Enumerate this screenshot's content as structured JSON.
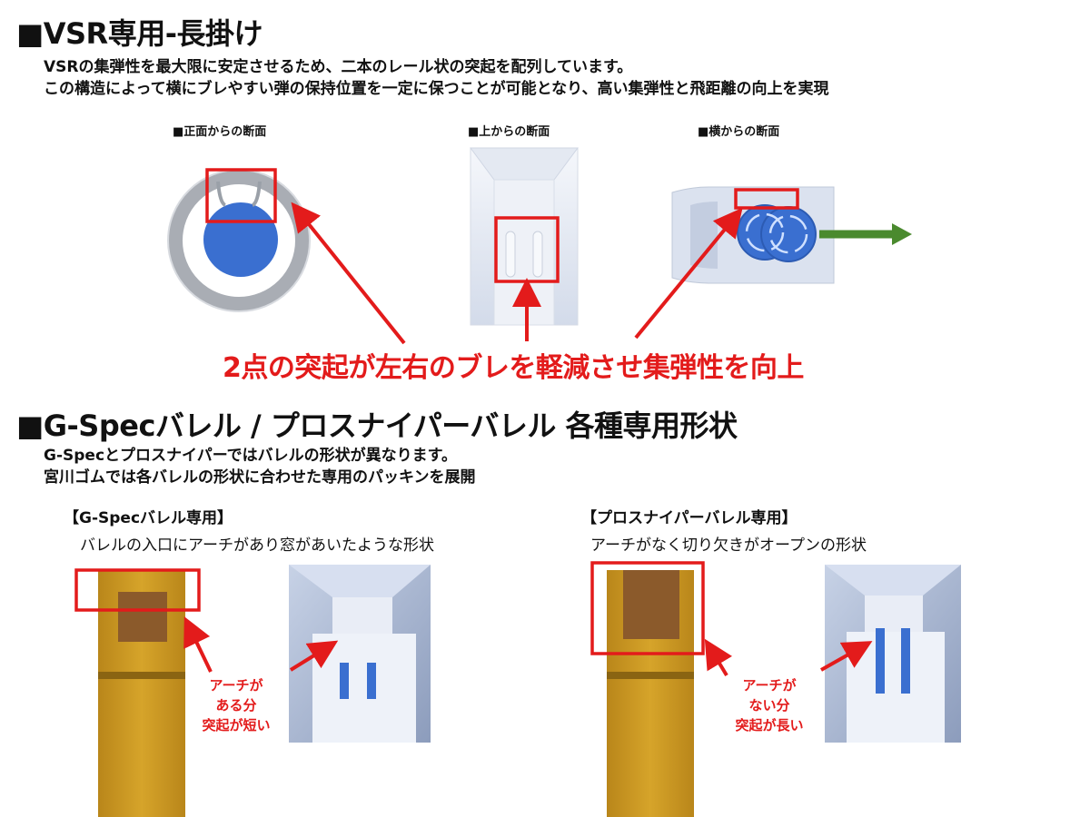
{
  "section1": {
    "title": "■VSR専用-長掛け",
    "desc_line1": "VSRの集弾性を最大限に安定させるため、二本のレール状の突起を配列しています。",
    "desc_line2": "この構造によって横にブレやすい弾の保持位置を一定に保つことが可能となり、高い集弾性と飛距離の向上を実現",
    "view_front": "■正面からの断面",
    "view_top": "■上からの断面",
    "view_side": "■横からの断面",
    "callout": "2点の突起が左右のブレを軽減させ集弾性を向上"
  },
  "section2": {
    "title": "■G-Specバレル / プロスナイパーバレル 各種専用形状",
    "desc_line1": "G-Specとプロスナイパーではバレルの形状が異なります。",
    "desc_line2": "宮川ゴムでは各バレルの形状に合わせた専用のパッキンを展開",
    "gspec": {
      "heading": "【G-Specバレル専用】",
      "caption": "バレルの入口にアーチがあり窓があいたような形状",
      "note": [
        "アーチが",
        "ある分",
        "突起が短い"
      ]
    },
    "prosniper": {
      "heading": "【プロスナイパーバレル専用】",
      "caption": "アーチがなく切り欠きがオープンの形状",
      "note": [
        "アーチが",
        "ない分",
        "突起が長い"
      ]
    }
  },
  "colors": {
    "accent_red": "#e31b1b",
    "bb_blue": "#3a6fd0",
    "barrel_gold": "#c9961e",
    "arrow_green": "#4a8a2e"
  }
}
